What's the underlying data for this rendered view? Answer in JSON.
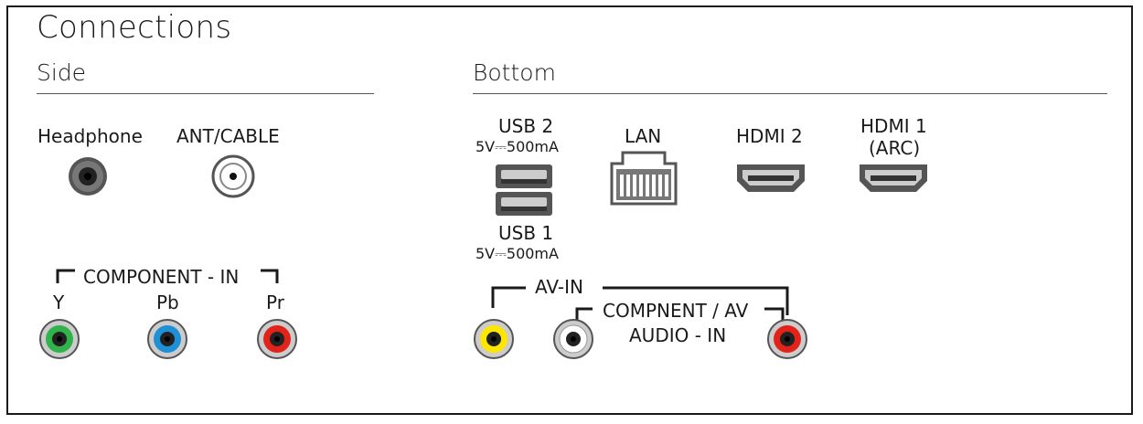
{
  "title": "Connections",
  "sections": {
    "side": "Side",
    "bottom": "Bottom"
  },
  "side": {
    "headphone": "Headphone",
    "ant_cable": "ANT/CABLE",
    "component_in": "COMPONENT - IN",
    "y": "Y",
    "pb": "Pb",
    "pr": "Pr"
  },
  "bottom": {
    "usb2": "USB 2",
    "usb2_spec": "5V⎓500mA",
    "usb1": "USB 1",
    "usb1_spec": "5V⎓500mA",
    "lan": "LAN",
    "hdmi2": "HDMI 2",
    "hdmi1": "HDMI 1",
    "hdmi1_arc": "(ARC)",
    "av_in": "AV-IN",
    "compnent_av": "COMPNENT / AV",
    "audio_in": "AUDIO - IN"
  },
  "colors": {
    "green": "#2fb34a",
    "blue": "#1f8fd6",
    "red": "#e2231a",
    "yellow": "#ffe600",
    "white": "#ffffff"
  }
}
